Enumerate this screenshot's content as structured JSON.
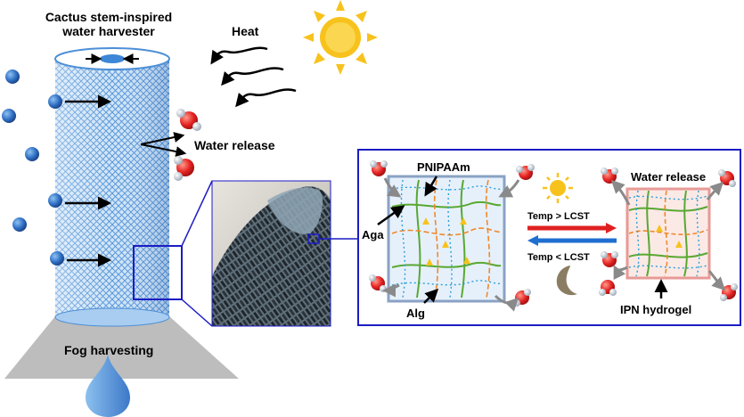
{
  "title_line1": "Cactus stem-inspired",
  "title_line2": "water harvester",
  "heat": "Heat",
  "water_release_left": "Water release",
  "fog_harvesting": "Fog harvesting",
  "pnipaam": "PNIPAAm",
  "aga": "Aga",
  "alg": "Alg",
  "temp_high": "Temp > LCST",
  "temp_low": "Temp < LCST",
  "water_release_right": "Water release",
  "ipn_hydrogel": "IPN hydrogel",
  "colors": {
    "frame_blue": "#1c1cc4",
    "mesh_blue": "#5a9fe0",
    "drop_blue": "#4f8ad6",
    "sun": "#f7c21c",
    "arrow_red": "#e02020",
    "arrow_blue": "#1f6ed0",
    "green_net": "#59a832",
    "orange_net": "#f08a2c",
    "cyan_net": "#2aa0d8"
  }
}
